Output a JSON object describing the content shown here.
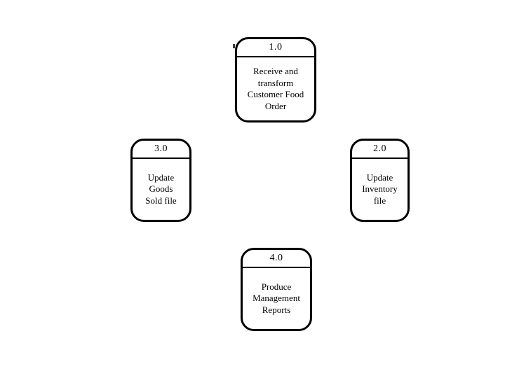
{
  "colors": {
    "background": "#ffffff",
    "node_border": "#000000",
    "text": "#000000"
  },
  "diagram": {
    "kind": "data-flow-diagram",
    "processes": [
      {
        "id": "1.0",
        "label": "Receive and transform Customer Food Order",
        "lines": [
          "Receive and",
          "transform",
          "Customer Food",
          "Order"
        ]
      },
      {
        "id": "3.0",
        "label": "Update Goods Sold file",
        "lines": [
          "Update",
          "Goods",
          "Sold file"
        ]
      },
      {
        "id": "2.0",
        "label": "Update Inventory file",
        "lines": [
          "Update",
          "Inventory",
          "file"
        ]
      },
      {
        "id": "4.0",
        "label": "Produce Management Reports",
        "lines": [
          "Produce",
          "Management",
          "Reports"
        ]
      }
    ]
  }
}
